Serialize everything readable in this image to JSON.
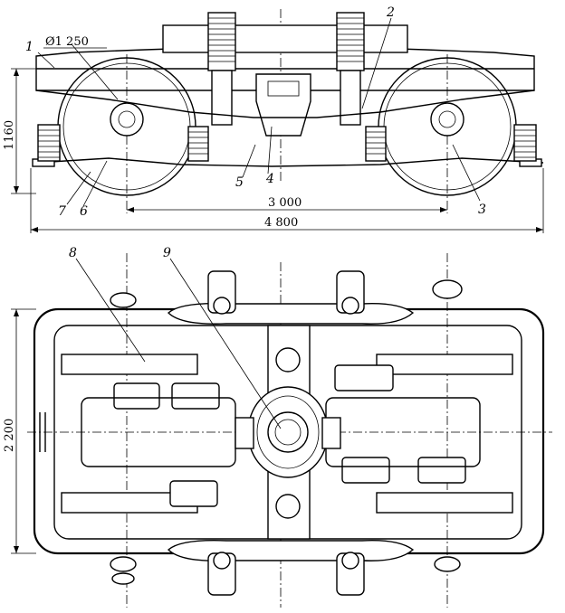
{
  "dimensions": {
    "wheel_diameter": "Ø1 250",
    "height": "1160",
    "wheelbase": "3 000",
    "overall_length": "4 800",
    "width": "2 200"
  },
  "callouts": [
    "1",
    "2",
    "3",
    "4",
    "5",
    "6",
    "7",
    "8",
    "9"
  ]
}
